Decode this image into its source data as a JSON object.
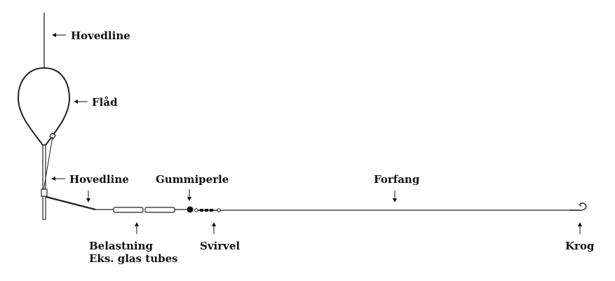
{
  "labels": {
    "main_line_top": "Hovedline",
    "float": "Flåd",
    "main_line_bottom": "Hovedline",
    "rubber_bead": "Gummiperle",
    "leader": "Forfang",
    "weight_line1": "Belastning",
    "weight_line2": "Eks. glas tubes",
    "swivel": "Svirvel",
    "hook": "Krog"
  },
  "arrow_glyphs": {
    "left": "←",
    "down": "↓",
    "up": "↑"
  }
}
